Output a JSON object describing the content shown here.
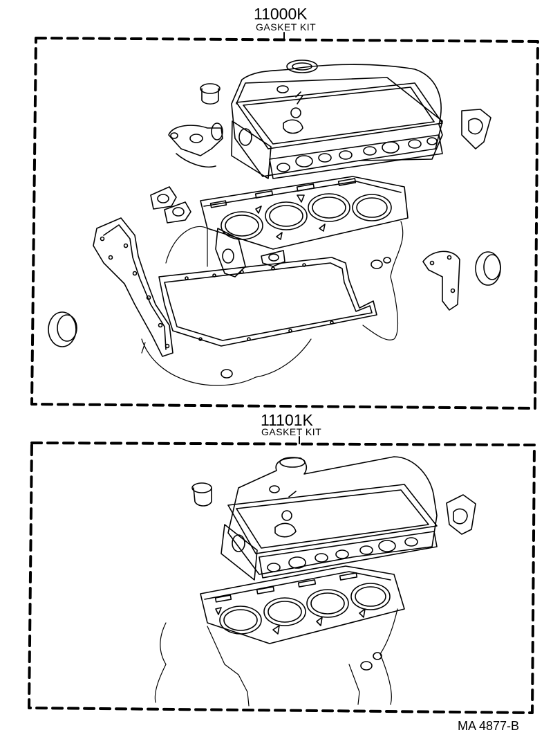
{
  "kits": [
    {
      "part_number": "11000K",
      "name": "GASKET KIT"
    },
    {
      "part_number": "11101K",
      "name": "GASKET KIT"
    }
  ],
  "reference": "MA 4877-B",
  "line_color": "#000000",
  "background_color": "#ffffff"
}
